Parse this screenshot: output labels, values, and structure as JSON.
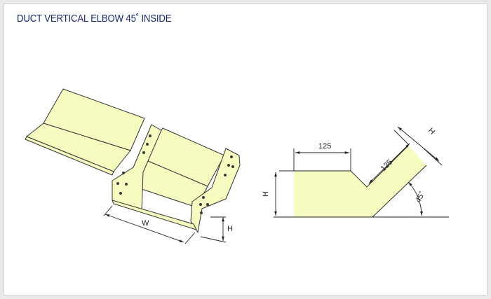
{
  "title": "DUCT VERTICAL ELBOW 45˚ INSIDE",
  "colors": {
    "fill": "#f6fbbf",
    "title": "#1a2a6e",
    "hole": "#3a3a3a"
  },
  "isometric": {
    "width_label": "W",
    "height_label": "H"
  },
  "profile": {
    "top_label": "125",
    "diagonal_label": "125",
    "height_label": "H",
    "slant_height_label": "H",
    "angle_label": "45˚"
  }
}
